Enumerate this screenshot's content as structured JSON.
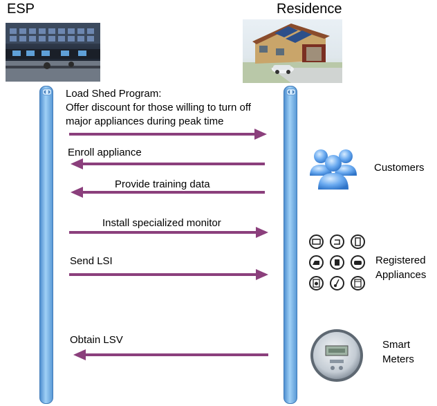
{
  "headers": {
    "left": "ESP",
    "right": "Residence"
  },
  "messages": [
    {
      "label_lines": [
        "Load Shed Program:",
        "Offer discount for those willing to turn off",
        "major appliances during peak time"
      ],
      "direction": "right"
    },
    {
      "label_lines": [
        "Enroll appliance"
      ],
      "direction": "left"
    },
    {
      "label_lines": [
        "Provide training data"
      ],
      "direction": "left"
    },
    {
      "label_lines": [
        "Install specialized monitor"
      ],
      "direction": "right"
    },
    {
      "label_lines": [
        "Send LSI"
      ],
      "direction": "right"
    },
    {
      "label_lines": [
        "Obtain LSV"
      ],
      "direction": "left"
    }
  ],
  "actors": [
    {
      "label_lines": [
        "Customers"
      ],
      "icon": "customers-icon"
    },
    {
      "label_lines": [
        "Registered",
        "Appliances"
      ],
      "icon": "appliances-icon"
    },
    {
      "label_lines": [
        "Smart",
        "Meters"
      ],
      "icon": "smart-meter-icon"
    }
  ],
  "colors": {
    "arrow": "#8b3f7c",
    "lifeline": "#7fb8ec",
    "customers": "#5ea0e6"
  }
}
